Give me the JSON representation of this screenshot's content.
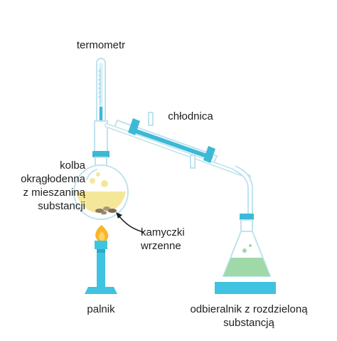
{
  "labels": {
    "thermometer": "termometr",
    "condenser": "chłodnica",
    "flask": [
      "kolba",
      "okrągłodenna",
      "z mieszaniną",
      "substancji"
    ],
    "boiling_chips": [
      "kamyczki",
      "wrzenne"
    ],
    "burner": "palnik",
    "receiver": [
      "odbieralnik z rozdzieloną",
      "substancją"
    ]
  },
  "colors": {
    "glass_outline": "#bfe3ee",
    "tube_blue": "#3cb9d6",
    "liquid_yellow": "#f5e79a",
    "distillate_green": "#9fd9a8",
    "flame_orange": "#f8b62c",
    "stand_blue": "#3fc3e0",
    "text": "#1e1e1e"
  },
  "icons": [
    "thermometer-icon",
    "condenser-icon",
    "round-bottom-flask-icon",
    "boiling-chips-icon",
    "burner-icon",
    "flame-icon",
    "erlenmeyer-flask-icon",
    "pointer-arrow-icon"
  ]
}
